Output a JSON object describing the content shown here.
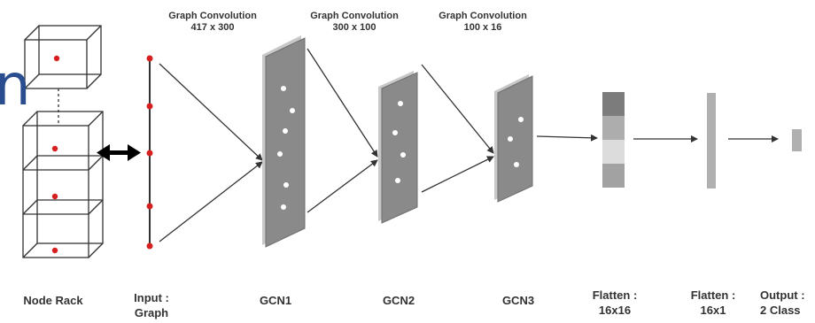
{
  "top_labels": [
    {
      "line1": "Graph Convolution",
      "line2": "417 x 300"
    },
    {
      "line1": "Graph Convolution",
      "line2": "300 x 100"
    },
    {
      "line1": "Graph Convolution",
      "line2": "100 x 16"
    }
  ],
  "bottom_labels": {
    "node_rack": "Node Rack",
    "input_line1": "Input :",
    "input_line2": "Graph",
    "gcn1": "GCN1",
    "gcn2": "GCN2",
    "gcn3": "GCN3",
    "flatten1_line1": "Flatten :",
    "flatten1_line2": "16x16",
    "flatten2_line1": "Flatten :",
    "flatten2_line2": "16x1",
    "output_line1": "Output :",
    "output_line2": "2 Class"
  },
  "edge_fragment": "n",
  "colors": {
    "node_red": "#d62020",
    "layer_gray": "#8a8a8a",
    "arrow": "#333333",
    "fragment_blue": "#2a4d8f"
  }
}
